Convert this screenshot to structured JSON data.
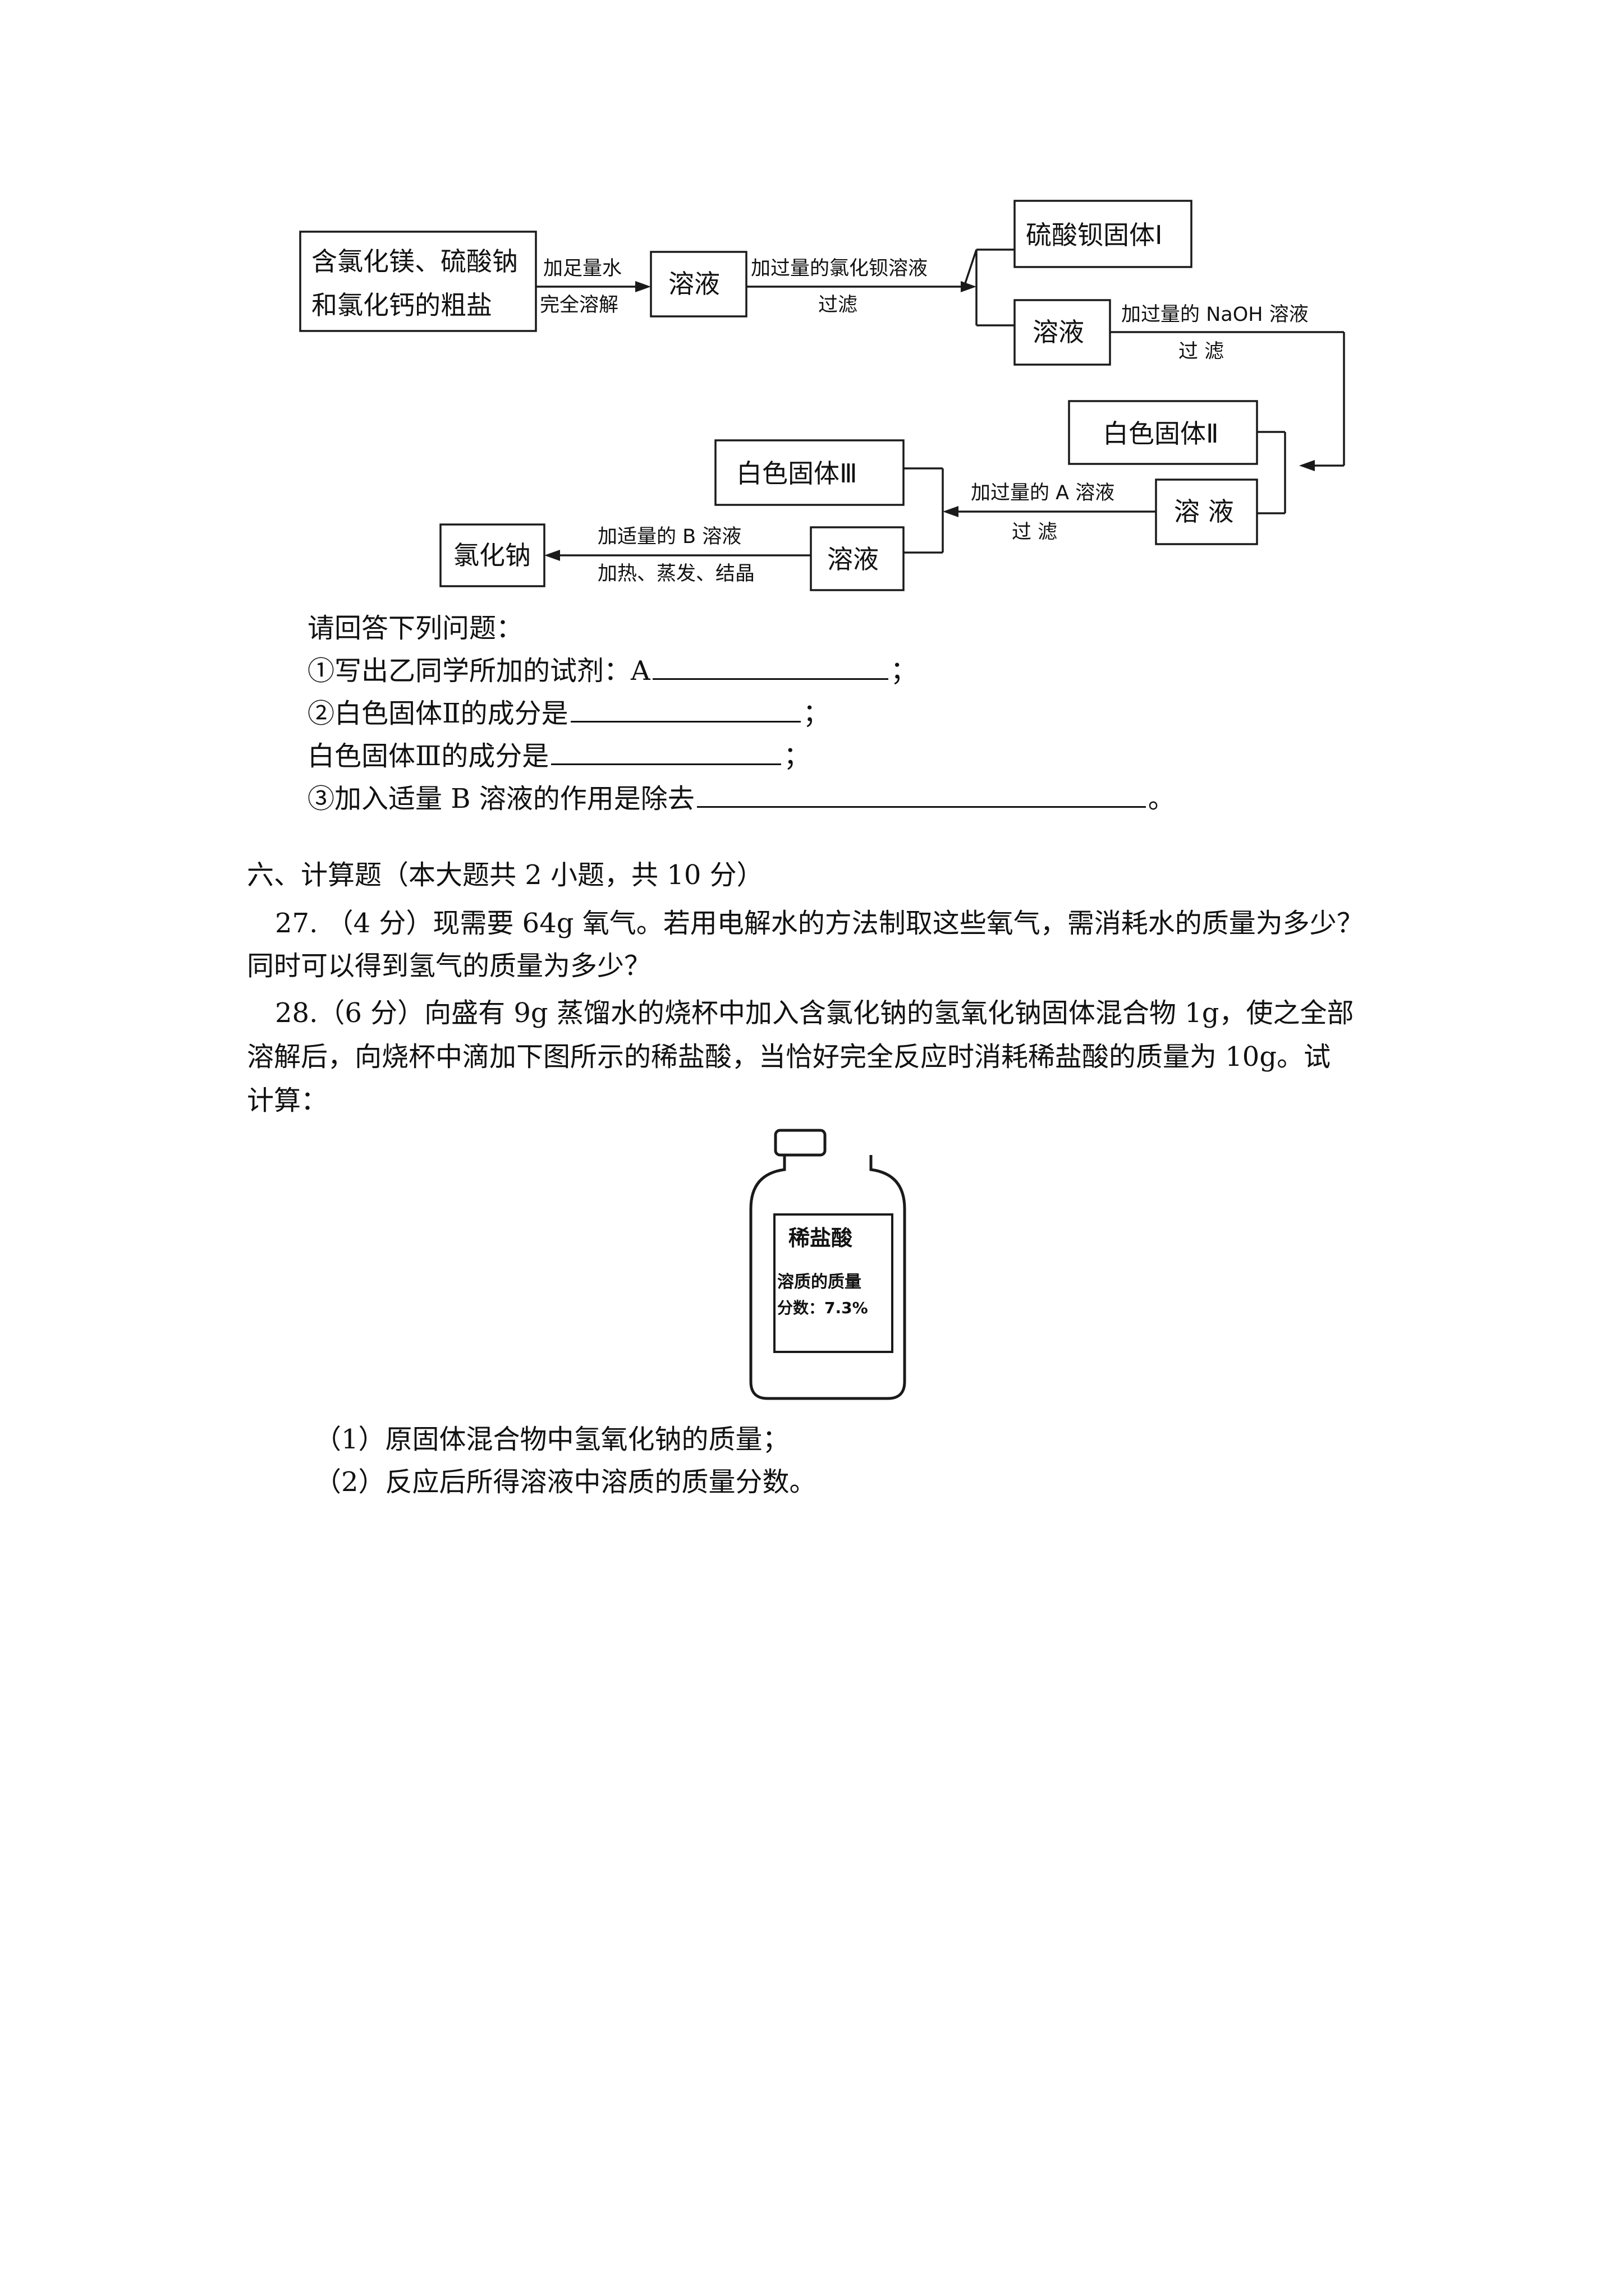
{
  "flowchart": {
    "raw_salt_line1": "含氯化镁、硫酸钠",
    "raw_salt_line2": "和氯化钙的粗盐",
    "step1_top": "加足量水",
    "step1_bottom": "完全溶解",
    "solution": "溶液",
    "step2_top": "加过量的氯化钡溶液",
    "step2_bottom": "过滤",
    "barium_sulfate": "硫酸钡固体Ⅰ",
    "step3_top": "加过量的 NaOH 溶液",
    "step3_bottom": "过 滤",
    "white_solid_2": "白色固体Ⅱ",
    "solution_spaced": "溶 液",
    "step4_top": "加过量的 A 溶液",
    "step4_bottom": "过 滤",
    "white_solid_3": "白色固体Ⅲ",
    "step5_top": "加适量的 B 溶液",
    "step5_bottom": "加热、蒸发、结晶",
    "sodium_chloride": "氯化钠"
  },
  "questions": {
    "intro": "请回答下列问题：",
    "q1": "①写出乙同学所加的试剂：A",
    "q2": "②白色固体Ⅱ的成分是",
    "q2b": "白色固体Ⅲ的成分是",
    "q3": "③加入适量 B 溶液的作用是除去",
    "semi": "；",
    "period": "。"
  },
  "section6": {
    "heading": "六、计算题（本大题共 2 小题，共 10 分）",
    "p27_line1": "27. （4 分）现需要 64g 氧气。若用电解水的方法制取这些氧气，需消耗水的质量为多少？",
    "p27_line2": "同时可以得到氢气的质量为多少？",
    "p28_line1": "28.（6 分）向盛有 9g 蒸馏水的烧杯中加入含氯化钠的氢氧化钠固体混合物 1g，使之全部",
    "p28_line2": "溶解后，向烧杯中滴加下图所示的稀盐酸，当恰好完全反应时消耗稀盐酸的质量为 10g。试",
    "p28_line3": "计算：",
    "bottle_label_title": "稀盐酸",
    "bottle_label_line1": "溶质的质量",
    "bottle_label_line2": "分数：7.3%",
    "sub1": "（1）原固体混合物中氢氧化钠的质量；",
    "sub2": "（2）反应后所得溶液中溶质的质量分数。"
  }
}
